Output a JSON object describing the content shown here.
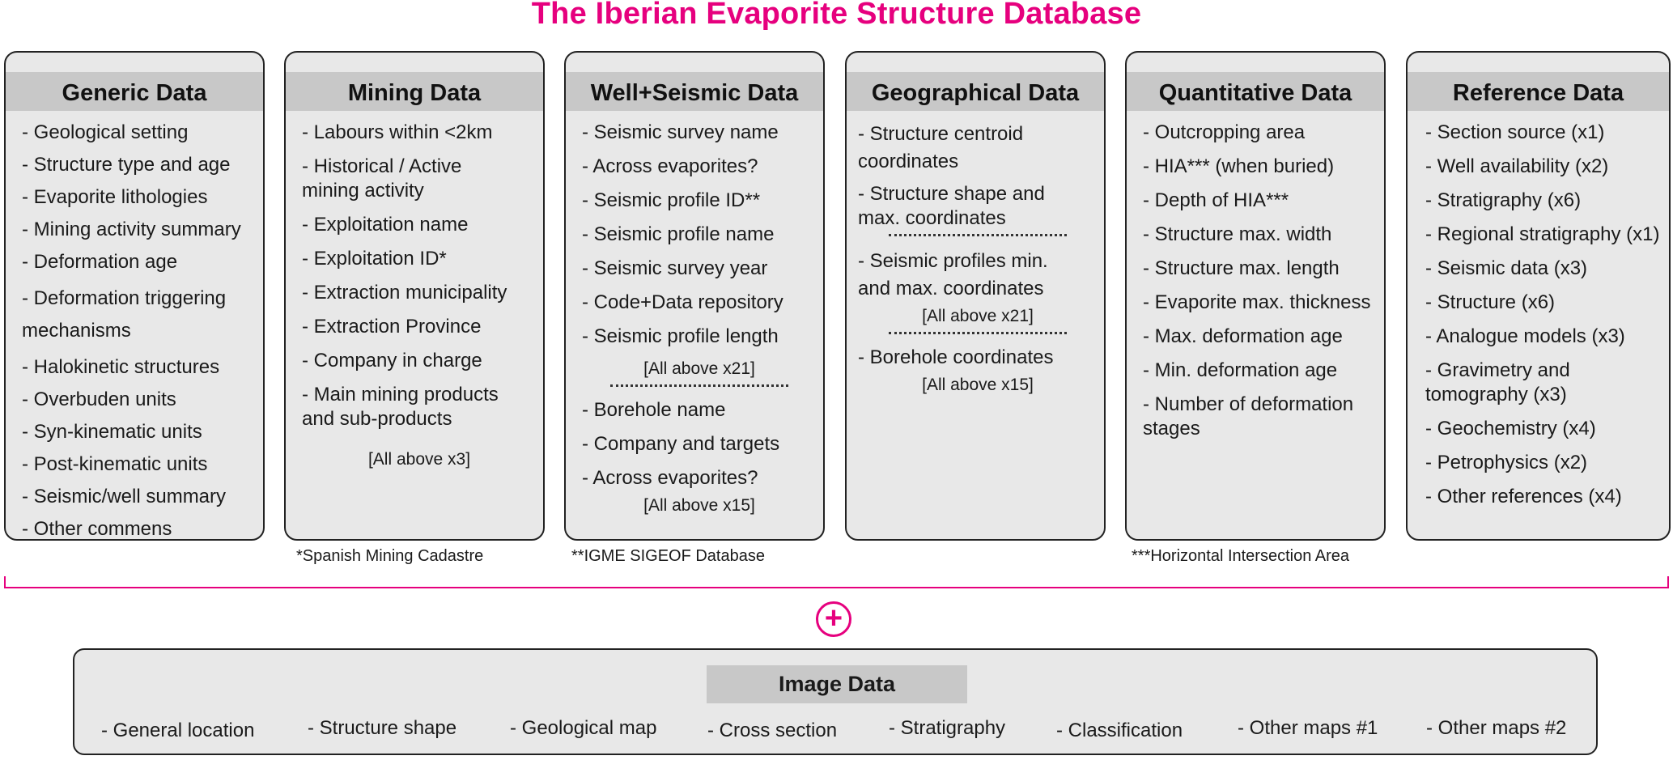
{
  "title": "The Iberian Evaporite Structure Database",
  "accent_color": "#e6007e",
  "boxes": [
    {
      "header": "Generic Data",
      "items": [
        "- Geological setting",
        "- Structure type and age",
        "- Evaporite lithologies",
        "- Mining activity summary",
        "- Deformation age",
        "- Deformation triggering mechanisms",
        "- Halokinetic structures",
        "- Overbuden units",
        "- Syn-kinematic units",
        "- Post-kinematic units",
        "- Seismic/well summary",
        "- Other commens"
      ]
    },
    {
      "header": "Mining Data",
      "items": [
        "- Labours within <2km",
        "- Historical / Active mining activity",
        "- Exploitation name",
        "- Exploitation ID*",
        "- Extraction municipality",
        "- Extraction Province",
        "- Company in charge",
        "- Main mining products and sub-products"
      ],
      "note": "[All above x3]"
    },
    {
      "header": "Well+Seismic Data",
      "items_a": [
        "- Seismic survey name",
        "- Across evaporites?",
        "- Seismic profile ID**",
        "- Seismic profile name",
        "- Seismic survey year",
        "- Code+Data repository",
        "- Seismic profile length"
      ],
      "note_a": "[All above x21]",
      "items_b": [
        "- Borehole name",
        "- Company and targets",
        "-  Across evaporites?"
      ],
      "note_b": "[All above x15]"
    },
    {
      "header": "Geographical Data",
      "items_a": [
        "- Structure centroid coordinates",
        "- Structure shape and max. coordinates"
      ],
      "items_b": [
        "- Seismic profiles min. and max. coordinates"
      ],
      "note_b": "[All above x21]",
      "items_c": [
        "- Borehole coordinates"
      ],
      "note_c": "[All above x15]"
    },
    {
      "header": "Quantitative Data",
      "items": [
        "- Outcropping area",
        "- HIA*** (when buried)",
        "- Depth of HIA***",
        "- Structure max. width",
        "- Structure max. length",
        "- Evaporite max. thickness",
        "- Max. deformation age",
        "- Min. deformation age",
        "- Number of deformation stages"
      ]
    },
    {
      "header": "Reference Data",
      "items": [
        "- Section source (x1)",
        "- Well availability (x2)",
        "- Stratigraphy (x6)",
        "- Regional stratigraphy (x1)",
        "- Seismic data (x3)",
        "- Structure (x6)",
        "- Analogue models (x3)",
        "- Gravimetry and tomography (x3)",
        "- Geochemistry (x4)",
        "- Petrophysics (x2)",
        "- Other references (x4)"
      ]
    }
  ],
  "footnotes": [
    "*Spanish Mining Cadastre",
    "**IGME SIGEOF Database",
    "***Horizontal Intersection Area"
  ],
  "plus_icon": "plus-circle-icon",
  "plus_symbol": "+",
  "image_data": {
    "header": "Image Data",
    "items": [
      "- General location",
      "- Structure shape",
      "- Geological map",
      "- Cross section",
      "- Stratigraphy",
      "- Classification",
      "- Other maps #1",
      "- Other maps #2"
    ]
  }
}
